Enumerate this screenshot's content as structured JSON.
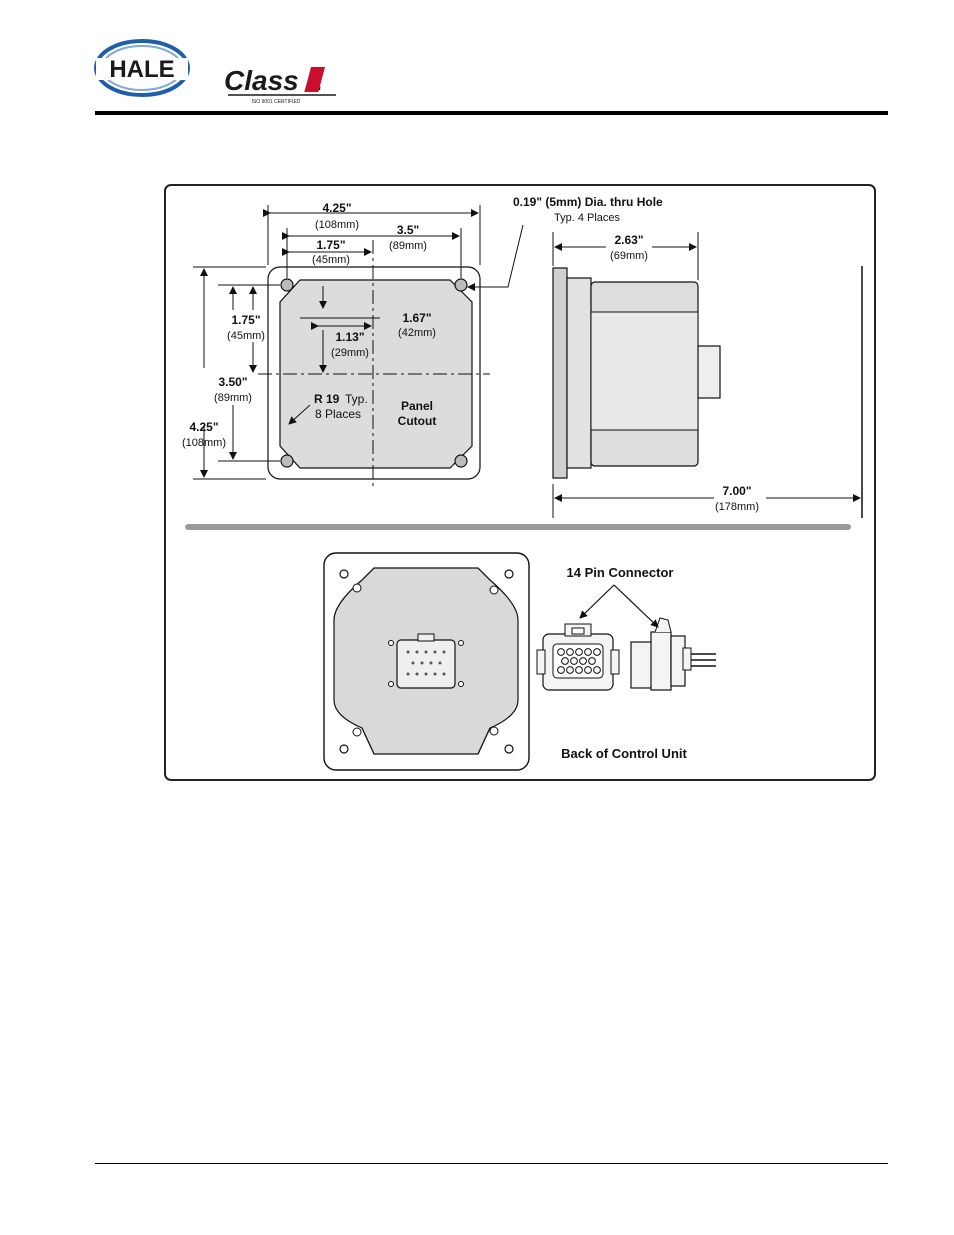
{
  "header": {
    "hale_logo_text": "HALE",
    "class1_logo_text": "Class 1",
    "class1_tagline": "ISO 9001 CERTIFIED"
  },
  "front_view": {
    "overall_width": "4.25\"",
    "overall_width_mm": "(108mm)",
    "hole_spacing": "3.5\"",
    "hole_spacing_mm": "(89mm)",
    "half_width": "1.75\"",
    "half_width_mm": "(45mm)",
    "hole_callout": "0.19\" (5mm) Dia. thru Hole",
    "hole_callout_sub": "Typ. 4 Places",
    "dim_167": "1.67\"",
    "dim_167_mm": "(42mm)",
    "dim_113": "1.13\"",
    "dim_113_mm": "(29mm)",
    "left_175": "1.75\"",
    "left_175_mm": "(45mm)",
    "left_350": "3.50\"",
    "left_350_mm": "(89mm)",
    "left_425": "4.25\"",
    "left_425_mm": "(108mm)",
    "radius_callout": "R 19",
    "radius_typ": "Typ.",
    "radius_places": "8 Places",
    "panel_label_1": "Panel",
    "panel_label_2": "Cutout"
  },
  "side_view": {
    "depth_263": "2.63\"",
    "depth_263_mm": "(69mm)",
    "depth_700": "7.00\"",
    "depth_700_mm": "(178mm)"
  },
  "back_view": {
    "connector_label": "14 Pin Connector",
    "back_label": "Back of Control Unit"
  }
}
